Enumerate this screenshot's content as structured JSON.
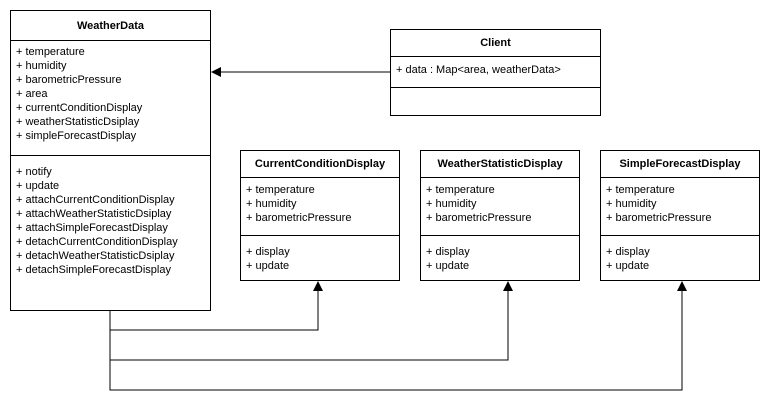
{
  "classes": {
    "weather_data": {
      "name": "WeatherData",
      "attributes": [
        "+ temperature",
        "+ humidity",
        "+ barometricPressure",
        "+ area",
        "+ currentConditionDisplay",
        "+ weatherStatisticDsiplay",
        "+ simpleForecastDisplay"
      ],
      "methods": [
        "+ notify",
        "+ update",
        "+ attachCurrentConditionDisplay",
        "+ attachWeatherStatisticDsiplay",
        "+ attachSimpleForecastDisplay",
        "+ detachCurrentConditionDisplay",
        "+ detachWeatherStatisticDsiplay",
        "+ detachSimpleForecastDisplay"
      ]
    },
    "client": {
      "name": "Client",
      "attributes": [
        "+ data : Map<area, weatherData>"
      ],
      "methods": []
    },
    "current_condition_display": {
      "name": "CurrentConditionDisplay",
      "attributes": [
        "+ temperature",
        "+ humidity",
        "+ barometricPressure"
      ],
      "methods": [
        "+ display",
        "+ update"
      ]
    },
    "weather_statistic_display": {
      "name": "WeatherStatisticDisplay",
      "attributes": [
        "+ temperature",
        "+ humidity",
        "+ barometricPressure"
      ],
      "methods": [
        "+ display",
        "+ update"
      ]
    },
    "simple_forecast_display": {
      "name": "SimpleForecastDisplay",
      "attributes": [
        "+ temperature",
        "+ humidity",
        "+ barometricPressure"
      ],
      "methods": [
        "+ display",
        "+ update"
      ]
    }
  },
  "relations": [
    {
      "from": "Client",
      "to": "WeatherData",
      "kind": "association"
    },
    {
      "from": "WeatherData",
      "to": "CurrentConditionDisplay",
      "kind": "association"
    },
    {
      "from": "WeatherData",
      "to": "WeatherStatisticDisplay",
      "kind": "association"
    },
    {
      "from": "WeatherData",
      "to": "SimpleForecastDisplay",
      "kind": "association"
    }
  ],
  "colors": {
    "line": "#000000",
    "fill": "#ffffff"
  }
}
